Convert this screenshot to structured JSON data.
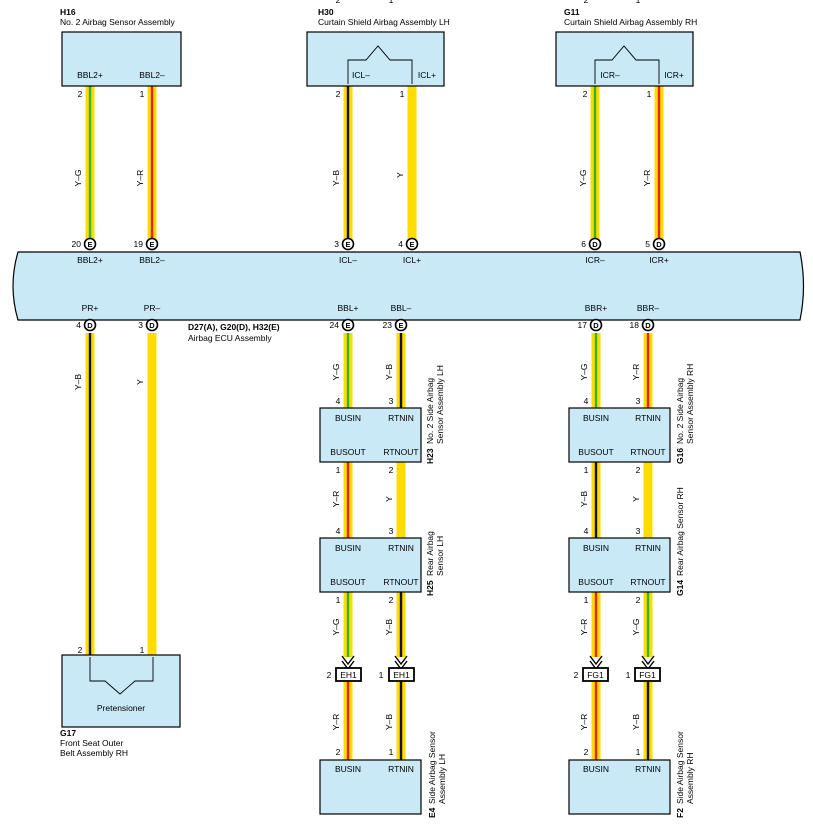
{
  "colors": {
    "box_fill": "#c9e9f7",
    "yellow": "#ffdc00",
    "green": "#2db52d",
    "red": "#e8211e",
    "black": "#111111"
  },
  "ecu": {
    "codes": "D27(A), G20(D), H32(E)",
    "name": "Airbag ECU Assembly",
    "pins": [
      {
        "id": "ecu-bbl2p",
        "num": "20",
        "conn": "E",
        "label": "BBL2+"
      },
      {
        "id": "ecu-bbl2m",
        "num": "19",
        "conn": "E",
        "label": "BBL2–"
      },
      {
        "id": "ecu-iclm",
        "num": "3",
        "conn": "E",
        "label": "ICL–"
      },
      {
        "id": "ecu-iclp",
        "num": "4",
        "conn": "E",
        "label": "ICL+"
      },
      {
        "id": "ecu-icrm",
        "num": "6",
        "conn": "D",
        "label": "ICR–"
      },
      {
        "id": "ecu-icrp",
        "num": "5",
        "conn": "D",
        "label": "ICR+"
      },
      {
        "id": "ecu-prp",
        "num": "4",
        "conn": "D",
        "label": "PR+"
      },
      {
        "id": "ecu-prm",
        "num": "3",
        "conn": "D",
        "label": "PR–"
      },
      {
        "id": "ecu-bblp",
        "num": "24",
        "conn": "E",
        "label": "BBL+"
      },
      {
        "id": "ecu-bblm",
        "num": "23",
        "conn": "E",
        "label": "BBL–"
      },
      {
        "id": "ecu-bbrp",
        "num": "17",
        "conn": "D",
        "label": "BBR+"
      },
      {
        "id": "ecu-bbrm",
        "num": "18",
        "conn": "D",
        "label": "BBR–"
      }
    ]
  },
  "components": {
    "h16": {
      "code": "H16",
      "name": "No. 2 Airbag Sensor Assembly",
      "pin_a": "BBL2+",
      "pin_b": "BBL2–"
    },
    "h30": {
      "code": "H30",
      "name": "Curtain Shield Airbag Assembly LH",
      "pin_a": "ICL–",
      "pin_b": "ICL+"
    },
    "g11": {
      "code": "G11",
      "name": "Curtain Shield Airbag Assembly RH",
      "pin_a": "ICR–",
      "pin_b": "ICR+"
    },
    "g17": {
      "code": "G17",
      "name_1": "Front Seat Outer",
      "name_2": "Belt Assembly RH",
      "inner": "Pretensioner"
    },
    "h23": {
      "code": "H23",
      "name_1": "No. 2 Side Airbag",
      "name_2": "Sensor Assembly LH",
      "p1": "BUSIN",
      "p2": "RTNIN",
      "p3": "BUSOUT",
      "p4": "RTNOUT"
    },
    "g16": {
      "code": "G16",
      "name_1": "No. 2 Side Airbag",
      "name_2": "Sensor Assembly RH",
      "p1": "BUSIN",
      "p2": "RTNIN",
      "p3": "BUSOUT",
      "p4": "RTNOUT"
    },
    "h25": {
      "code": "H25",
      "name_1": "Rear Airbag",
      "name_2": "Sensor LH",
      "p1": "BUSIN",
      "p2": "RTNIN",
      "p3": "BUSOUT",
      "p4": "RTNOUT"
    },
    "g14": {
      "code": "G14",
      "name_1": "Rear Airbag Sensor RH",
      "p1": "BUSIN",
      "p2": "RTNIN",
      "p3": "BUSOUT",
      "p4": "RTNOUT"
    },
    "e4": {
      "code": "E4",
      "name_1": "Side Airbag Sensor",
      "name_2": "Assembly LH",
      "p1": "BUSIN",
      "p2": "RTNIN"
    },
    "f2": {
      "code": "F2",
      "name_1": "Side Airbag Sensor",
      "name_2": "Assembly RH",
      "p1": "BUSIN",
      "p2": "RTNIN"
    }
  },
  "junctions": {
    "eh1_a": "EH1",
    "eh1_b": "EH1",
    "fg1_a": "FG1",
    "fg1_b": "FG1"
  },
  "wires": [
    {
      "id": "w-h16-bbl2p",
      "base": "#ffdc00",
      "stripe": "#2db52d",
      "label": "Y–G",
      "pin_top": "2",
      "pin_bottom": ""
    },
    {
      "id": "w-h16-bbl2m",
      "base": "#ffdc00",
      "stripe": "#e8211e",
      "label": "Y–R",
      "pin_top": "1",
      "pin_bottom": ""
    },
    {
      "id": "w-h30-iclm",
      "base": "#ffdc00",
      "stripe": "#111111",
      "label": "Y–B",
      "pin_top": "2",
      "pin_bottom": ""
    },
    {
      "id": "w-h30-iclp",
      "base": "#ffdc00",
      "stripe": "",
      "label": "Y",
      "pin_top": "1",
      "pin_bottom": ""
    },
    {
      "id": "w-g11-icrm",
      "base": "#ffdc00",
      "stripe": "#2db52d",
      "label": "Y–G",
      "pin_top": "2",
      "pin_bottom": ""
    },
    {
      "id": "w-g11-icrp",
      "base": "#ffdc00",
      "stripe": "#e8211e",
      "label": "Y–R",
      "pin_top": "1",
      "pin_bottom": ""
    },
    {
      "id": "w-ecu-prp",
      "base": "#ffdc00",
      "stripe": "#111111",
      "label": "Y–B",
      "pin_top": "",
      "pin_bottom": "2"
    },
    {
      "id": "w-ecu-prm",
      "base": "#ffdc00",
      "stripe": "",
      "label": "Y",
      "pin_top": "",
      "pin_bottom": "1"
    },
    {
      "id": "w-ecu-bblp",
      "base": "#ffdc00",
      "stripe": "#2db52d",
      "label": "Y–G",
      "pin_top": "",
      "pin_bottom": "4"
    },
    {
      "id": "w-ecu-bblm",
      "base": "#ffdc00",
      "stripe": "#111111",
      "label": "Y–B",
      "pin_top": "",
      "pin_bottom": "3"
    },
    {
      "id": "w-ecu-bbrp",
      "base": "#ffdc00",
      "stripe": "#2db52d",
      "label": "Y–G",
      "pin_top": "",
      "pin_bottom": "4"
    },
    {
      "id": "w-ecu-bbrm",
      "base": "#ffdc00",
      "stripe": "#e8211e",
      "label": "Y–R",
      "pin_top": "",
      "pin_bottom": "3"
    },
    {
      "id": "w-h23-h25-a",
      "base": "#ffdc00",
      "stripe": "#e8211e",
      "label": "Y–R",
      "pin_top": "1",
      "pin_bottom": "4"
    },
    {
      "id": "w-h23-h25-b",
      "base": "#ffdc00",
      "stripe": "",
      "label": "Y",
      "pin_top": "2",
      "pin_bottom": "3"
    },
    {
      "id": "w-g16-g14-a",
      "base": "#ffdc00",
      "stripe": "#111111",
      "label": "Y–B",
      "pin_top": "1",
      "pin_bottom": "4"
    },
    {
      "id": "w-g16-g14-b",
      "base": "#ffdc00",
      "stripe": "",
      "label": "Y",
      "pin_top": "2",
      "pin_bottom": "3"
    },
    {
      "id": "w-h25-eh1-a",
      "base": "#ffdc00",
      "stripe": "#2db52d",
      "label": "Y–G",
      "pin_top": "1",
      "pin_bottom": ""
    },
    {
      "id": "w-h25-eh1-b",
      "base": "#ffdc00",
      "stripe": "#111111",
      "label": "Y–B",
      "pin_top": "2",
      "pin_bottom": ""
    },
    {
      "id": "w-g14-fg1-a",
      "base": "#ffdc00",
      "stripe": "#e8211e",
      "label": "Y–R",
      "pin_top": "1",
      "pin_bottom": ""
    },
    {
      "id": "w-g14-fg1-b",
      "base": "#ffdc00",
      "stripe": "#2db52d",
      "label": "Y–G",
      "pin_top": "2",
      "pin_bottom": ""
    },
    {
      "id": "w-eh1-e4-a",
      "base": "#ffdc00",
      "stripe": "#e8211e",
      "label": "Y–R",
      "pin_top": "2",
      "pin_bottom": "2"
    },
    {
      "id": "w-eh1-e4-b",
      "base": "#ffdc00",
      "stripe": "#111111",
      "label": "Y–B",
      "pin_top": "1",
      "pin_bottom": "1"
    },
    {
      "id": "w-fg1-f2-a",
      "base": "#ffdc00",
      "stripe": "#e8211e",
      "label": "Y–R",
      "pin_top": "2",
      "pin_bottom": "2"
    },
    {
      "id": "w-fg1-f2-b",
      "base": "#ffdc00",
      "stripe": "#111111",
      "label": "Y–B",
      "pin_top": "1",
      "pin_bottom": "1"
    }
  ]
}
